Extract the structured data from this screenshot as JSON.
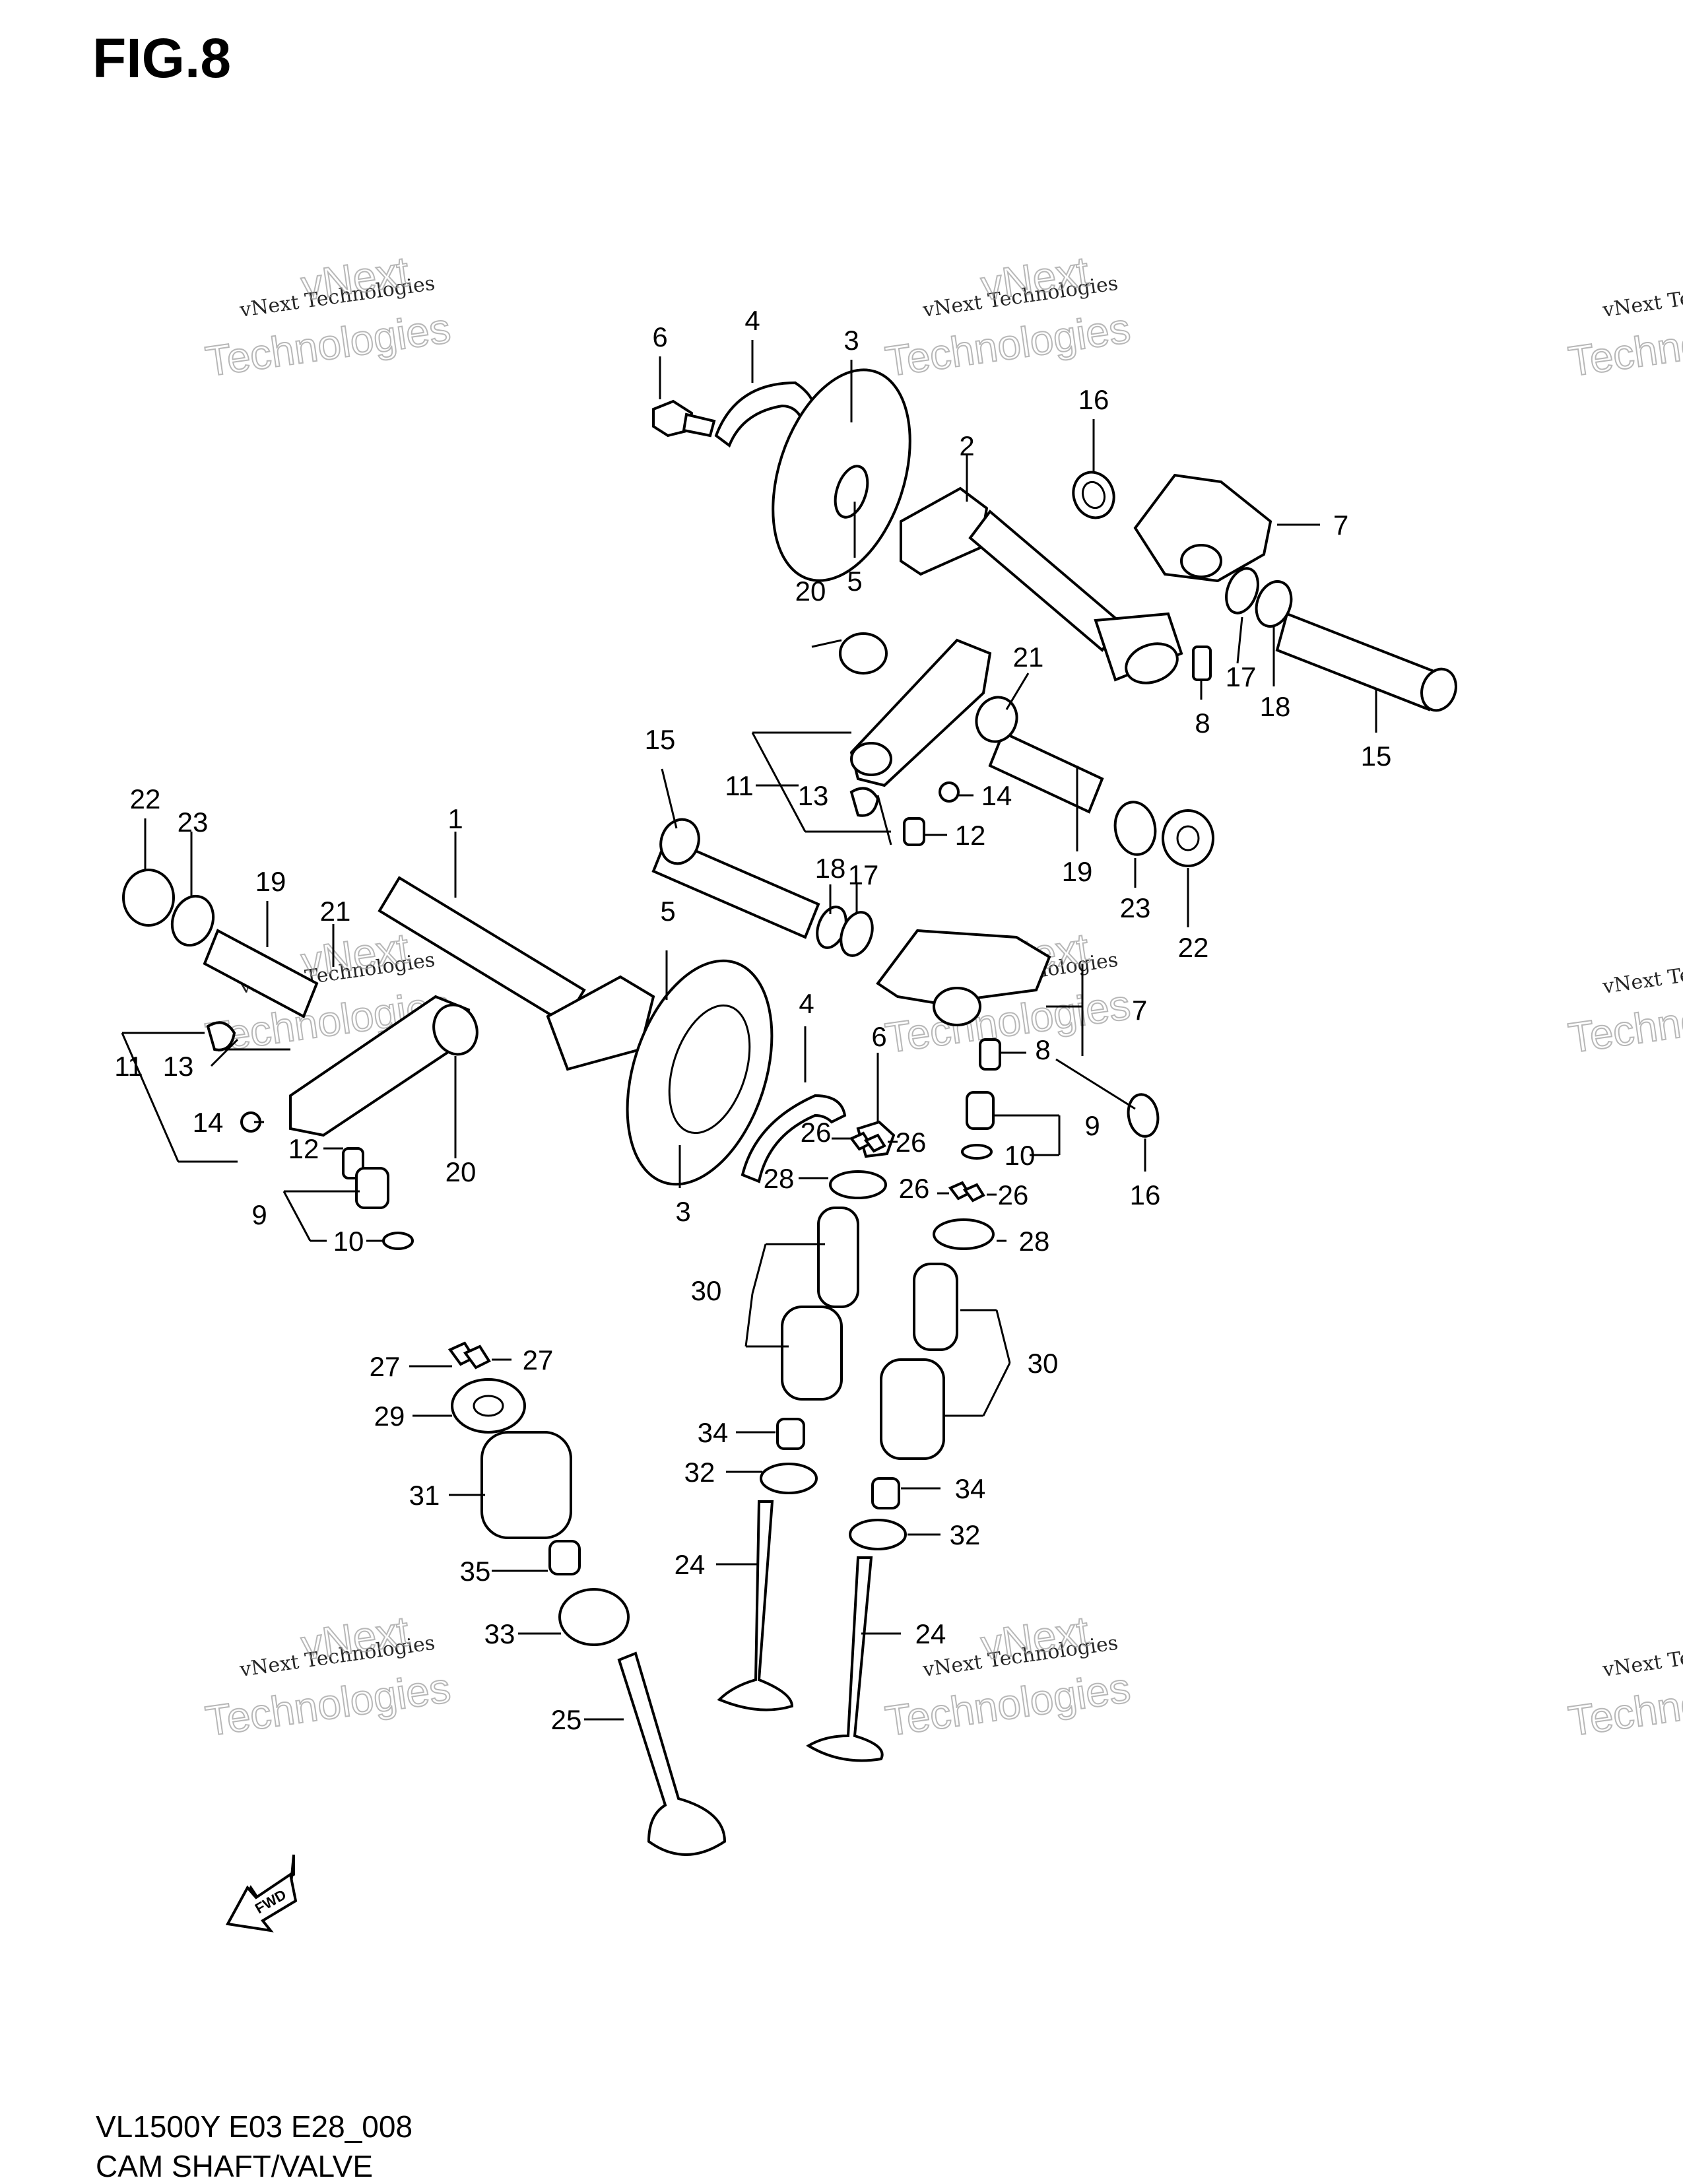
{
  "figure_title": "FIG.8",
  "footer": {
    "model_code": "VL1500Y E03 E28_008",
    "section_title": "CAM SHAFT/VALVE"
  },
  "watermark": {
    "small_text": "vNext Technologies",
    "big_word_1": "vNext",
    "big_word_2": "Technologies"
  },
  "fwd_label": "FWD",
  "callouts": {
    "c1": "1",
    "c2": "2",
    "c3a": "3",
    "c3b": "3",
    "c4a": "4",
    "c4b": "4",
    "c5a": "5",
    "c5b": "5",
    "c6a": "6",
    "c6b": "6",
    "c7a": "7",
    "c7b": "7",
    "c8a": "8",
    "c8b": "8",
    "c9a": "9",
    "c9b": "9",
    "c10a": "10",
    "c10b": "10",
    "c11a": "11",
    "c11b": "11",
    "c12a": "12",
    "c12b": "12",
    "c13a": "13",
    "c13b": "13",
    "c14a": "14",
    "c14b": "14",
    "c15a": "15",
    "c15b": "15",
    "c16a": "16",
    "c16b": "16",
    "c17a": "17",
    "c17b": "17",
    "c18a": "18",
    "c18b": "18",
    "c19a": "19",
    "c19b": "19",
    "c20a": "20",
    "c20b": "20",
    "c21a": "21",
    "c21b": "21",
    "c22a": "22",
    "c22b": "22",
    "c23a": "23",
    "c23b": "23",
    "c24a": "24",
    "c24b": "24",
    "c25": "25",
    "c26a": "26",
    "c26b": "26",
    "c26c": "26",
    "c26d": "26",
    "c27a": "27",
    "c27b": "27",
    "c28a": "28",
    "c28b": "28",
    "c29": "29",
    "c30a": "30",
    "c30b": "30",
    "c31": "31",
    "c32a": "32",
    "c32b": "32",
    "c33": "33",
    "c34a": "34",
    "c34b": "34",
    "c35": "35"
  }
}
